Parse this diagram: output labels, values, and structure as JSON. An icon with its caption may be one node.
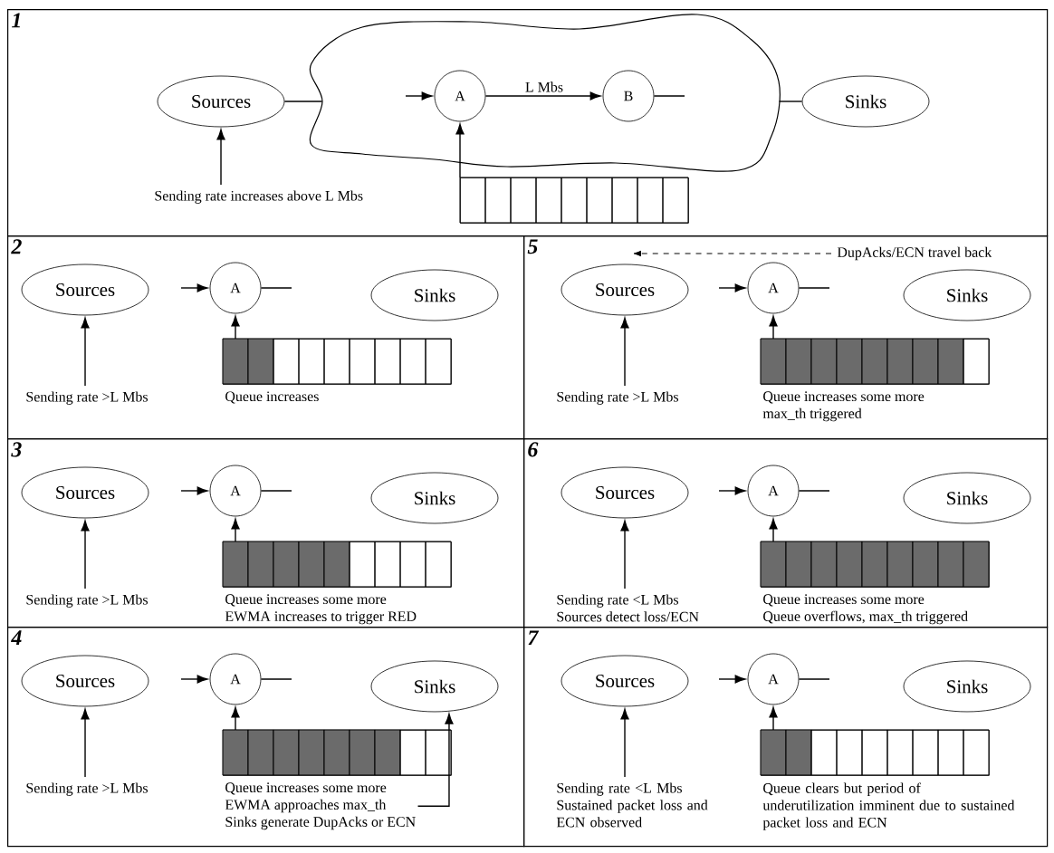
{
  "diagram": {
    "nodes": [
      {
        "text": [
          "1"
        ]
      },
      {
        "text": [
          "Sources"
        ],
        "in": 0
      },
      {
        "text": [],
        "shape": "cloud",
        "in": 0
      },
      {
        "text": [
          "A"
        ],
        "in": 2
      },
      {
        "text": [
          "B"
        ],
        "in": 2
      },
      {
        "text": [
          "Sinks"
        ],
        "in": 0
      },
      {
        "text": [
          "Sending rate increases above L Mbs"
        ],
        "in": 0
      },
      {
        "text": [],
        "shape": "box",
        "in": 0
      },
      {
        "text": [
          "2"
        ]
      },
      {
        "text": [
          "Sources"
        ],
        "in": 8
      },
      {
        "text": [
          "A"
        ],
        "in": 8
      },
      {
        "text": [
          "Sinks"
        ],
        "in": 8
      },
      {
        "text": [
          "Sending rate >L Mbs"
        ],
        "in": 8
      },
      {
        "text": [],
        "shape": "box",
        "in": 8
      },
      {
        "text": [
          "Queue increases"
        ],
        "in": 8
      },
      {
        "text": [
          "3"
        ]
      },
      {
        "text": [
          "Sources"
        ],
        "in": 15
      },
      {
        "text": [
          "A"
        ],
        "in": 15
      },
      {
        "text": [
          "Sinks"
        ],
        "in": 15
      },
      {
        "text": [
          "Sending rate >L Mbs"
        ],
        "in": 15
      },
      {
        "text": [],
        "shape": "box",
        "in": 15
      },
      {
        "text": [
          "Queue increases some more",
          "EWMA increases to trigger RED"
        ],
        "in": 15
      },
      {
        "text": [
          "4"
        ]
      },
      {
        "text": [
          "Sources"
        ],
        "in": 22
      },
      {
        "text": [
          "A"
        ],
        "in": 22
      },
      {
        "text": [
          "Sinks"
        ],
        "in": 22
      },
      {
        "text": [
          "Sending rate >L Mbs"
        ],
        "in": 22
      },
      {
        "text": [],
        "shape": "box",
        "in": 22
      },
      {
        "text": [
          "Queue increases some more",
          "EWMA approaches max_th",
          "Sinks generate DupAcks or ECN"
        ],
        "in": 22
      },
      {
        "text": [
          "5"
        ]
      },
      {
        "text": [
          "Sources"
        ],
        "in": 29
      },
      {
        "text": [
          "A"
        ],
        "in": 29
      },
      {
        "text": [
          "Sinks"
        ],
        "in": 29
      },
      {
        "text": [
          "Sending rate >L Mbs"
        ],
        "in": 29
      },
      {
        "text": [],
        "shape": "box",
        "in": 29
      },
      {
        "text": [
          "Queue increases some more",
          "max_th triggered"
        ],
        "in": 29
      },
      {
        "text": [
          "6"
        ]
      },
      {
        "text": [
          "Sources"
        ],
        "in": 36
      },
      {
        "text": [
          "A"
        ],
        "in": 36
      },
      {
        "text": [
          "Sinks"
        ],
        "in": 36
      },
      {
        "text": [
          "Sending rate <L Mbs",
          "Sources detect loss/ECN"
        ],
        "in": 36
      },
      {
        "text": [],
        "shape": "box",
        "in": 36
      },
      {
        "text": [
          "Queue increases some more",
          "Queue overflows, max_th triggered"
        ],
        "in": 36
      },
      {
        "text": [
          "7"
        ]
      },
      {
        "text": [
          "Sources"
        ],
        "in": 43
      },
      {
        "text": [
          "A"
        ],
        "in": 43
      },
      {
        "text": [
          "Sinks"
        ],
        "in": 43
      },
      {
        "text": [
          "Sending rate <L Mbs",
          "Sustained packet loss and ECN observed"
        ],
        "in": 43
      },
      {
        "text": [],
        "shape": "box",
        "in": 43
      },
      {
        "text": [
          "Queue clears but period of underutilization imminent due to sustained packet loss and ECN"
        ],
        "in": 43
      }
    ],
    "edges": [
      {
        "from": 1,
        "to": 2,
        "arrow": "none"
      },
      {
        "from": 2,
        "to": 5,
        "arrow": "none"
      },
      {
        "from": null,
        "to": 3,
        "arrow": "to"
      },
      {
        "from": 3,
        "to": 4,
        "arrow": "to",
        "label": "L Mbs"
      },
      {
        "from": 4,
        "to": null,
        "arrow": "none"
      },
      {
        "from": 6,
        "to": 1,
        "arrow": "to"
      },
      {
        "from": 7,
        "to": 3,
        "arrow": "to"
      },
      {
        "from": null,
        "to": 10,
        "arrow": "to"
      },
      {
        "from": 10,
        "to": null,
        "arrow": "none"
      },
      {
        "from": 12,
        "to": 9,
        "arrow": "to"
      },
      {
        "from": 13,
        "to": 10,
        "arrow": "to"
      },
      {
        "from": null,
        "to": 17,
        "arrow": "to"
      },
      {
        "from": 17,
        "to": null,
        "arrow": "none"
      },
      {
        "from": 19,
        "to": 16,
        "arrow": "to"
      },
      {
        "from": 20,
        "to": 17,
        "arrow": "to"
      },
      {
        "from": null,
        "to": 24,
        "arrow": "to"
      },
      {
        "from": 24,
        "to": null,
        "arrow": "none"
      },
      {
        "from": 26,
        "to": 23,
        "arrow": "to"
      },
      {
        "from": 27,
        "to": 24,
        "arrow": "to"
      },
      {
        "from": 28,
        "to": 25,
        "arrow": "to"
      },
      {
        "from": null,
        "to": 31,
        "arrow": "to"
      },
      {
        "from": 31,
        "to": null,
        "arrow": "none"
      },
      {
        "from": 33,
        "to": 30,
        "arrow": "to"
      },
      {
        "from": 34,
        "to": 31,
        "arrow": "to"
      },
      {
        "from": null,
        "to": 38,
        "arrow": "to"
      },
      {
        "from": 38,
        "to": null,
        "arrow": "none"
      },
      {
        "from": 40,
        "to": 37,
        "arrow": "to"
      },
      {
        "from": 41,
        "to": 38,
        "arrow": "to"
      },
      {
        "from": null,
        "to": 45,
        "arrow": "to"
      },
      {
        "from": 45,
        "to": null,
        "arrow": "none"
      },
      {
        "from": 47,
        "to": 44,
        "arrow": "to"
      },
      {
        "from": 48,
        "to": 45,
        "arrow": "to"
      }
    ],
    "labels": [
      "DupAcks/ECN travel back"
    ]
  }
}
